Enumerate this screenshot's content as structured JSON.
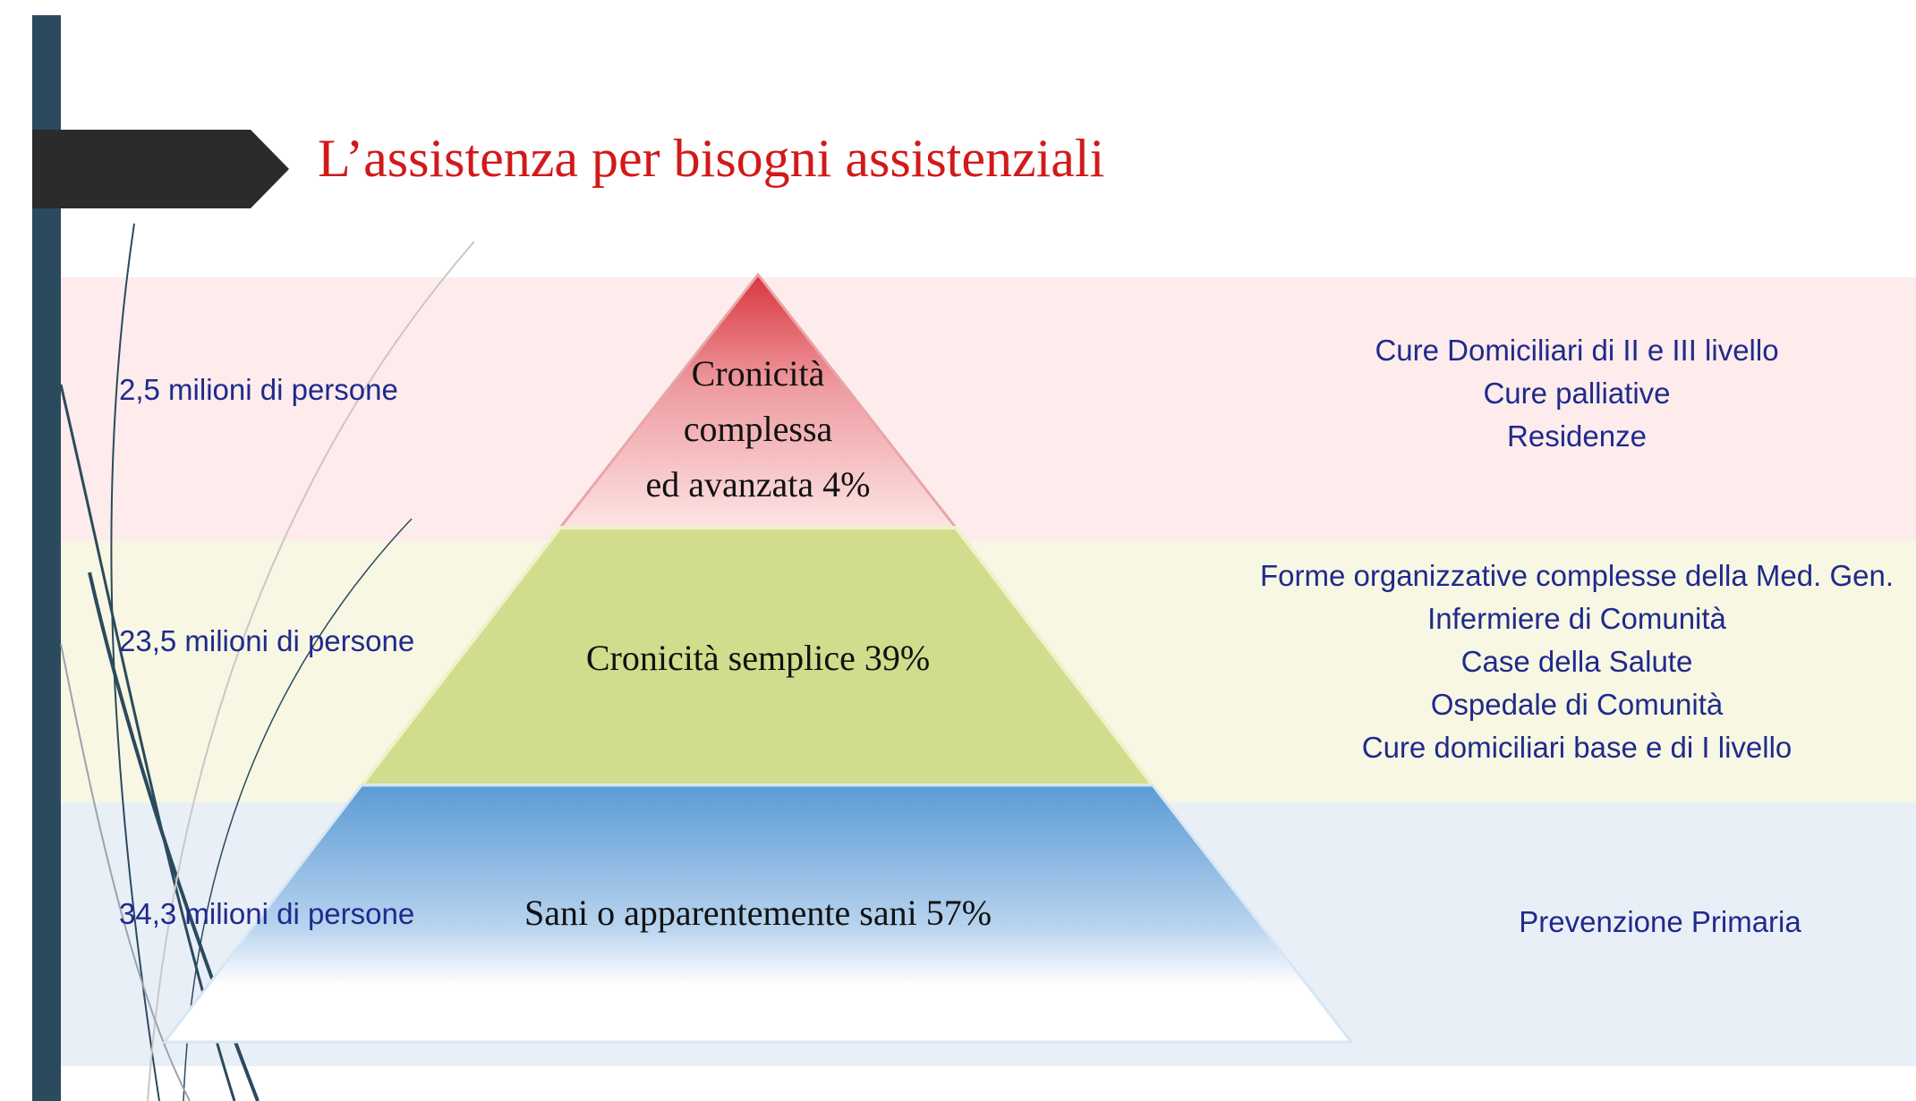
{
  "title": "L’assistenza per bisogni assistenziali",
  "colors": {
    "sidebar": "#2c4a5e",
    "title": "#d21919",
    "label_text": "#1f2a8c",
    "band_top": "#fdeceb",
    "band_mid": "#f7f7e3",
    "band_bot": "#e9eff7",
    "tier_top": "#d9363e",
    "tier_mid": "#d1dc8c",
    "tier_bot": "#5b9bd5"
  },
  "tiers": [
    {
      "people": "2,5 milioni di persone",
      "label_lines": [
        "Cronicità",
        "complessa",
        "ed avanzata 4%"
      ],
      "services": [
        "Cure Domiciliari di II e III livello",
        "Cure palliative",
        "Residenze"
      ]
    },
    {
      "people": "23,5 milioni di persone",
      "label_lines": [
        "Cronicità semplice 39%"
      ],
      "services": [
        "Forme organizzative complesse della Med. Gen.",
        "Infermiere di Comunità",
        "Case della Salute",
        "Ospedale di Comunità",
        "Cure domiciliari base e di I livello"
      ]
    },
    {
      "people": "34,3 milioni di persone",
      "label_lines": [
        "Sani o apparentemente sani 57%"
      ],
      "services": [
        "Prevenzione Primaria"
      ]
    }
  ]
}
